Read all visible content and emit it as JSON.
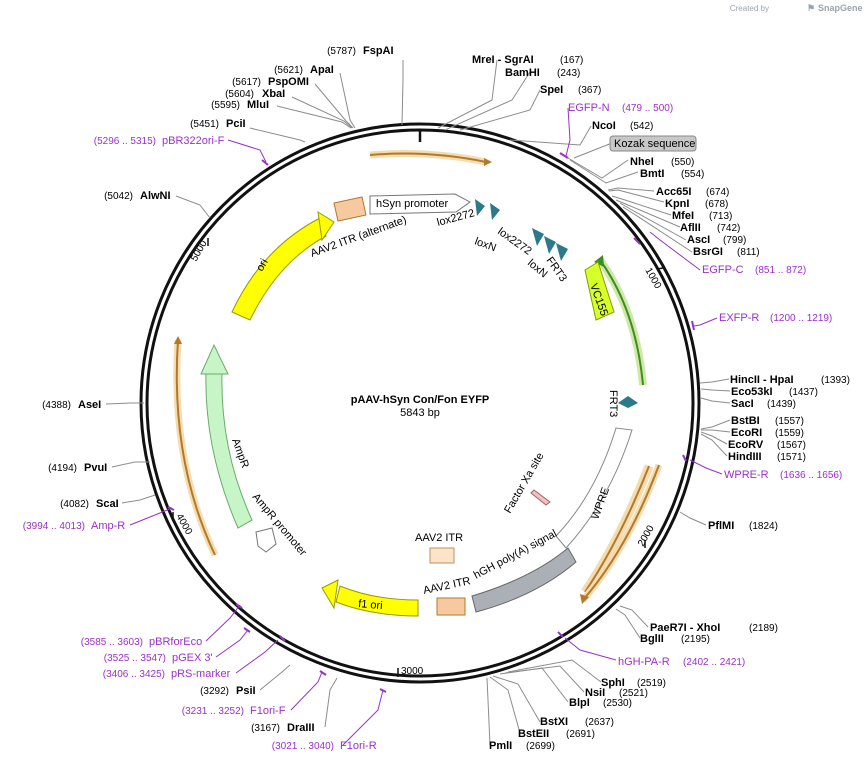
{
  "credit": {
    "prefix": "Created by",
    "brand": "SnapGene"
  },
  "plasmid": {
    "name": "pAAV-hSyn Con/Fon EYFP",
    "length": "5843 bp"
  },
  "ticks": [
    "1000",
    "2000",
    "3000",
    "4000",
    "5000"
  ],
  "enzymes": [
    {
      "name": "FspAI",
      "pos": "(5787)"
    },
    {
      "name": "ApaI",
      "pos": "(5621)"
    },
    {
      "name": "PspOMI",
      "pos": "(5617)"
    },
    {
      "name": "XbaI",
      "pos": "(5604)"
    },
    {
      "name": "MluI",
      "pos": "(5595)"
    },
    {
      "name": "PciI",
      "pos": "(5451)"
    },
    {
      "name": "AlwNI",
      "pos": "(5042)"
    },
    {
      "name": "AseI",
      "pos": "(4388)"
    },
    {
      "name": "PvuI",
      "pos": "(4194)"
    },
    {
      "name": "ScaI",
      "pos": "(4082)"
    },
    {
      "name": "PsiI",
      "pos": "(3292)"
    },
    {
      "name": "DraIII",
      "pos": "(3167)"
    },
    {
      "name": "MreI  - SgrAI",
      "pos": "(167)"
    },
    {
      "name": "BamHI",
      "pos": "(243)"
    },
    {
      "name": "SpeI",
      "pos": "(367)"
    },
    {
      "name": "NcoI",
      "pos": "(542)"
    },
    {
      "name": "NheI",
      "pos": "(550)"
    },
    {
      "name": "BmtI",
      "pos": "(554)"
    },
    {
      "name": "Acc65I",
      "pos": "(674)"
    },
    {
      "name": "KpnI",
      "pos": "(678)"
    },
    {
      "name": "MfeI",
      "pos": "(713)"
    },
    {
      "name": "AflII",
      "pos": "(742)"
    },
    {
      "name": "AscI",
      "pos": "(799)"
    },
    {
      "name": "BsrGI",
      "pos": "(811)"
    },
    {
      "name": "HincII  - HpaI",
      "pos": "(1393)"
    },
    {
      "name": "Eco53kI",
      "pos": "(1437)"
    },
    {
      "name": "SacI",
      "pos": "(1439)"
    },
    {
      "name": "BstBI",
      "pos": "(1557)"
    },
    {
      "name": "EcoRI",
      "pos": "(1559)"
    },
    {
      "name": "EcoRV",
      "pos": "(1567)"
    },
    {
      "name": "HindIII",
      "pos": "(1571)"
    },
    {
      "name": "PflMI",
      "pos": "(1824)"
    },
    {
      "name": "PaeR7I  - XhoI",
      "pos": "(2189)"
    },
    {
      "name": "BglII",
      "pos": "(2195)"
    },
    {
      "name": "SphI",
      "pos": "(2519)"
    },
    {
      "name": "NsiI",
      "pos": "(2521)"
    },
    {
      "name": "BlpI",
      "pos": "(2530)"
    },
    {
      "name": "BstXI",
      "pos": "(2637)"
    },
    {
      "name": "BstEII",
      "pos": "(2691)"
    },
    {
      "name": "PmlI",
      "pos": "(2699)"
    }
  ],
  "primers": [
    {
      "name": "EGFP-N",
      "range": "(479 .. 500)"
    },
    {
      "name": "EGFP-C",
      "range": "(851 .. 872)"
    },
    {
      "name": "EXFP-R",
      "range": "(1200 .. 1219)"
    },
    {
      "name": "WPRE-R",
      "range": "(1636 .. 1656)"
    },
    {
      "name": "hGH-PA-R",
      "range": "(2402 .. 2421)"
    },
    {
      "name": "pBR322ori-F",
      "range": "(5296 .. 5315)"
    },
    {
      "name": "Amp-R",
      "range": "(3994 .. 4013)"
    },
    {
      "name": "pBRforEco",
      "range": "(3585 .. 3603)"
    },
    {
      "name": "pGEX 3'",
      "range": "(3525 .. 3547)"
    },
    {
      "name": "pRS-marker",
      "range": "(3406 .. 3425)"
    },
    {
      "name": "F1ori-F",
      "range": "(3231 .. 3252)"
    },
    {
      "name": "F1ori-R",
      "range": "(3021 .. 3040)"
    }
  ],
  "kozak": "Kozak sequence",
  "features": {
    "hsyn": "hSyn promoter",
    "itr_alt": "AAV2 ITR (alternate)",
    "lox2272_a": "lox2272",
    "loxn_a": "loxN",
    "lox2272_b": "lox2272",
    "loxn_b": "loxN",
    "frt3_a": "FRT3",
    "frt3_b": "FRT3",
    "vc155": "VC155",
    "ori": "ori",
    "ampr": "AmpR",
    "ampr_prom": "AmpR promoter",
    "wpre": "WPRE",
    "factor_xa": "Factor Xa site",
    "hgh": "hGH poly(A) signal",
    "itr1": "AAV2 ITR",
    "itr2": "AAV2 ITR",
    "f1ori": "f1 ori"
  }
}
